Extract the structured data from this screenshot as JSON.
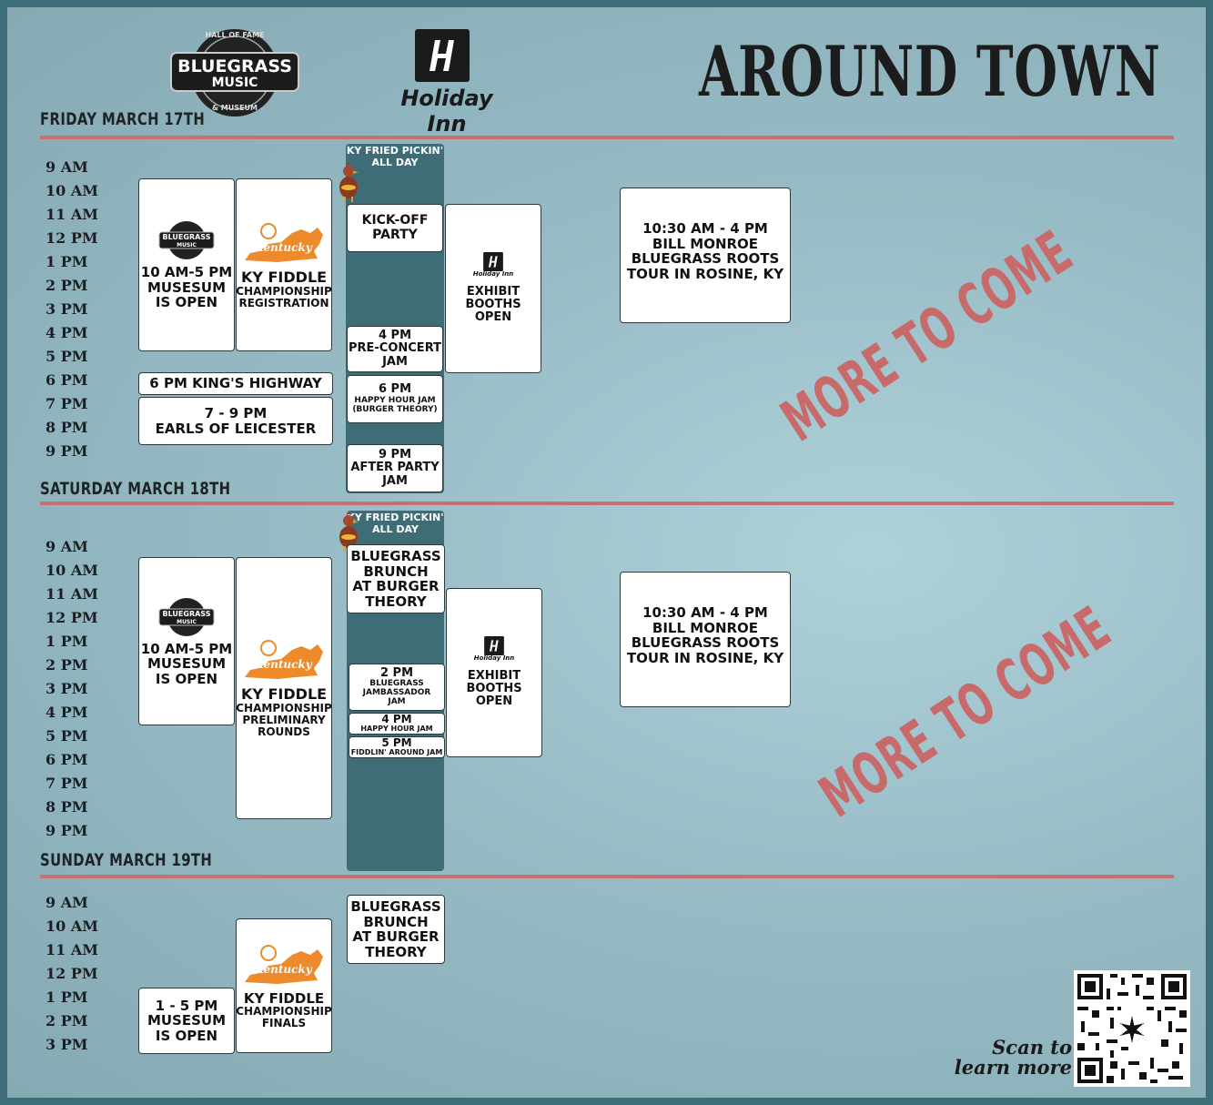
{
  "header": {
    "museum_logo": {
      "top": "HALL OF FAME",
      "line1": "BLUEGRASS",
      "line2": "MUSIC",
      "bottom": "& MUSEUM"
    },
    "hotel_logo": {
      "name": "Holiday Inn"
    },
    "title": "AROUND TOWN"
  },
  "days": [
    {
      "title": "FRIDAY MARCH 17TH",
      "hours": [
        "9 AM",
        "10 AM",
        "11 AM",
        "12 PM",
        "1 PM",
        "2 PM",
        "3 PM",
        "4 PM",
        "5 PM",
        "6 PM",
        "7 PM",
        "8 PM",
        "9 PM"
      ],
      "lane_title": [
        "KY FRIED PICKIN'",
        "ALL DAY"
      ],
      "museum": [
        "10 AM-5 PM",
        "MUSESUM",
        "IS OPEN"
      ],
      "fiddle": [
        "KY FIDDLE",
        "CHAMPIONSHIP",
        "REGISTRATION"
      ],
      "kings_highway": "6 PM KING'S HIGHWAY",
      "earls": [
        "7 - 9 PM",
        "EARLS OF LEICESTER"
      ],
      "kickoff": [
        "KICK-OFF",
        "PARTY"
      ],
      "preconcert": [
        "4 PM",
        "PRE-CONCERT",
        "JAM"
      ],
      "happyhour": [
        "6 PM",
        "HAPPY HOUR JAM",
        "(BURGER THEORY)"
      ],
      "afterparty": [
        "9 PM",
        "AFTER PARTY",
        "JAM"
      ],
      "exhibit": [
        "EXHIBIT",
        "BOOTHS",
        "OPEN"
      ],
      "tour": [
        "10:30 AM - 4 PM",
        "BILL MONROE",
        "BLUEGRASS ROOTS",
        "TOUR IN ROSINE, KY"
      ],
      "more": "MORE TO COME"
    },
    {
      "title": "SATURDAY MARCH 18TH",
      "hours": [
        "9 AM",
        "10 AM",
        "11 AM",
        "12 PM",
        "1 PM",
        "2 PM",
        "3 PM",
        "4 PM",
        "5 PM",
        "6 PM",
        "7 PM",
        "8 PM",
        "9 PM"
      ],
      "lane_title": [
        "KY FRIED PICKIN'",
        "ALL DAY"
      ],
      "museum": [
        "10 AM-5 PM",
        "MUSESUM",
        "IS OPEN"
      ],
      "fiddle": [
        "KY FIDDLE",
        "CHAMPIONSHIP",
        "PRELIMINARY",
        "ROUNDS"
      ],
      "brunch": [
        "BLUEGRASS",
        "BRUNCH",
        "AT BURGER",
        "THEORY"
      ],
      "jambassador": [
        "2 PM",
        "BLUEGRASS",
        "JAMBASSADOR",
        "JAM"
      ],
      "happyhour": [
        "4 PM",
        "HAPPY HOUR JAM"
      ],
      "fiddlin": [
        "5 PM",
        "FIDDLIN' AROUND JAM"
      ],
      "exhibit": [
        "EXHIBIT",
        "BOOTHS",
        "OPEN"
      ],
      "tour": [
        "10:30 AM - 4 PM",
        "BILL MONROE",
        "BLUEGRASS ROOTS",
        "TOUR IN ROSINE, KY"
      ],
      "more": "MORE TO COME"
    },
    {
      "title": "SUNDAY MARCH 19TH",
      "hours": [
        "9 AM",
        "10 AM",
        "11 AM",
        "12 PM",
        "1 PM",
        "2 PM",
        "3 PM"
      ],
      "museum": [
        "1 - 5 PM",
        "MUSESUM",
        "IS OPEN"
      ],
      "fiddle": [
        "KY FIDDLE",
        "CHAMPIONSHIP",
        "FINALS"
      ],
      "brunch": [
        "BLUEGRASS",
        "BRUNCH",
        "AT BURGER",
        "THEORY"
      ]
    }
  ],
  "qr": {
    "caption": [
      "Scan to",
      "learn more"
    ]
  },
  "colors": {
    "frame": "#3b6e78",
    "rule": "#c96f6f",
    "lane": "#3e6d78",
    "more": "#c86a6a"
  }
}
